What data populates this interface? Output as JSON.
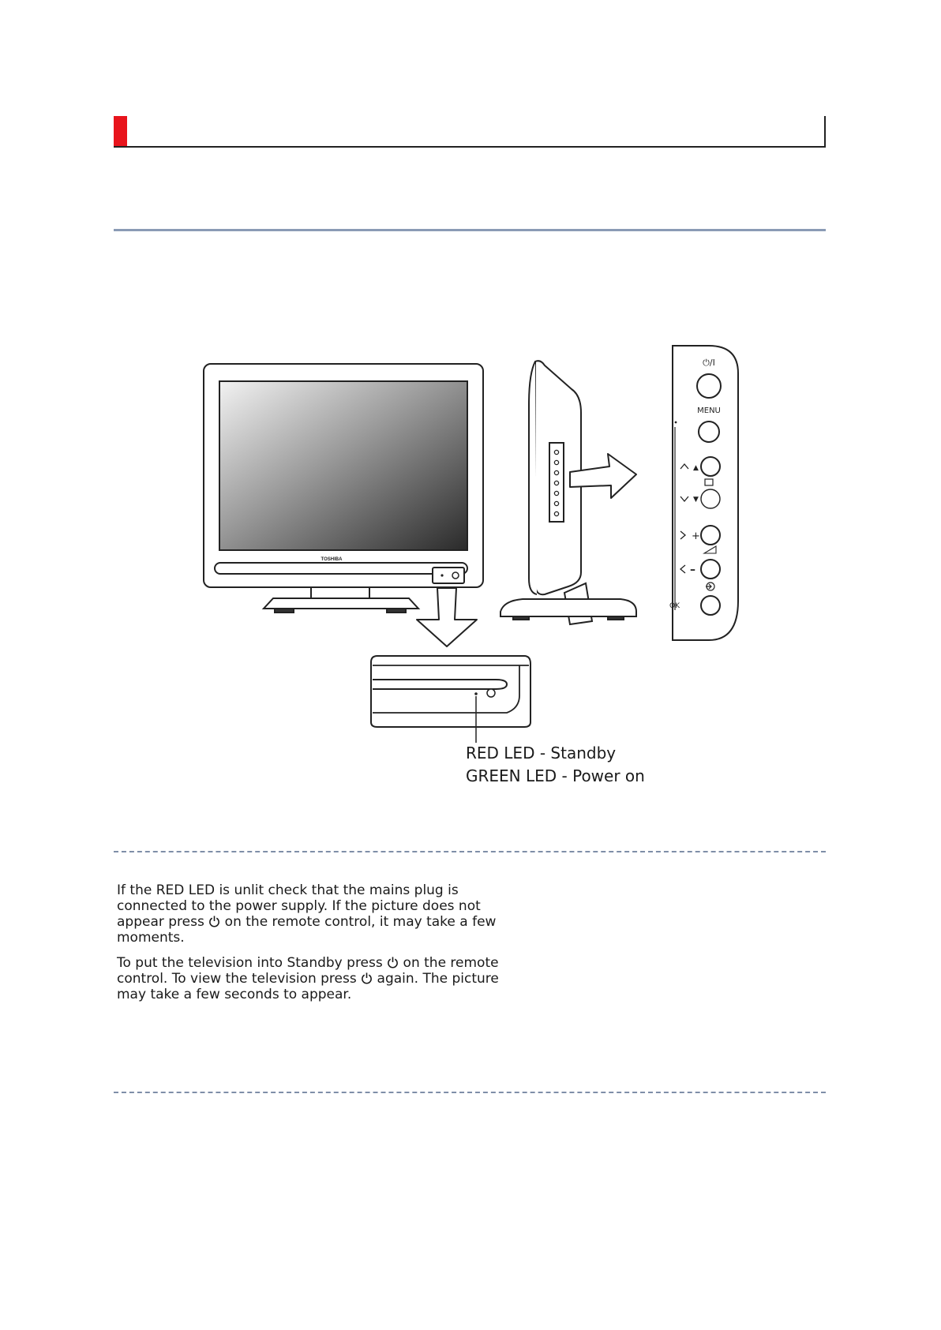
{
  "illustration": {
    "brand_logo": "TOSHIBA",
    "panel": {
      "power_label": "⏻/I",
      "menu_label": "MENU",
      "ok_label": "OK",
      "plus_sign": "+",
      "minus_sign": "–",
      "up_sign": "▲",
      "down_sign": "▼"
    },
    "icons": [
      "power-standby-icon",
      "menu-button",
      "channel-up-button",
      "channel-down-button",
      "volume-up-button",
      "volume-down-button",
      "input-source-button",
      "led-indicator",
      "remote-sensor"
    ]
  },
  "caption": {
    "line1": "RED LED - Standby",
    "line2": "GREEN LED - Power on"
  },
  "body": {
    "p1_a": "If the RED LED is unlit check that the mains plug is connected to the power supply. If the picture does not appear press ",
    "p1_b": " on the remote control, it may take a few moments.",
    "p2_a": "To put the television into Standby press ",
    "p2_b": " on the remote control. To view the television press ",
    "p2_c": " again. The picture may take a few seconds to appear."
  },
  "colors": {
    "header_marker": "#e8141c",
    "rule_solid": "#8a9bb5",
    "rule_dashed": "#7f8ea8"
  }
}
